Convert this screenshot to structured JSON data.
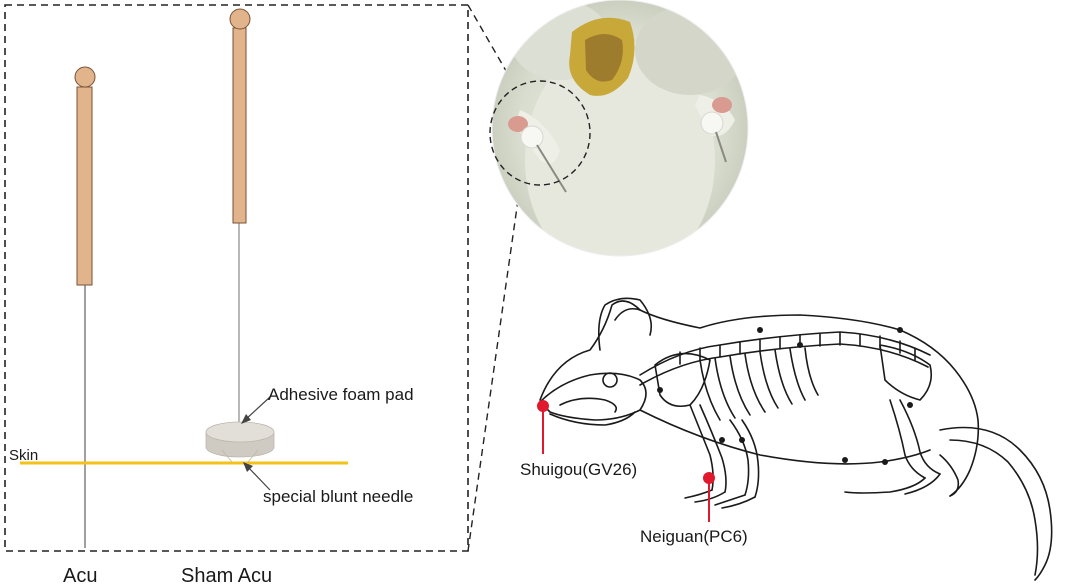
{
  "figure": {
    "left_panel": {
      "skin_label": "Skin",
      "pad_label": "Adhesive foam pad",
      "blunt_label": "special blunt needle",
      "acu_label": "Acu",
      "sham_label": "Sham Acu"
    },
    "right_panel": {
      "acupoints": [
        {
          "label": "Shuigou(GV26)",
          "color": "#e0192f"
        },
        {
          "label": "Neiguan(PC6)",
          "color": "#e0192f"
        }
      ]
    }
  },
  "colors": {
    "needle_handle": "#e2b48c",
    "needle_handle_stroke": "#7a5236",
    "skin_line": "#f2c21b",
    "foam_pad": "#dedad2",
    "acupoint_marker": "#e0192f",
    "dashed_frame": "#222222"
  }
}
